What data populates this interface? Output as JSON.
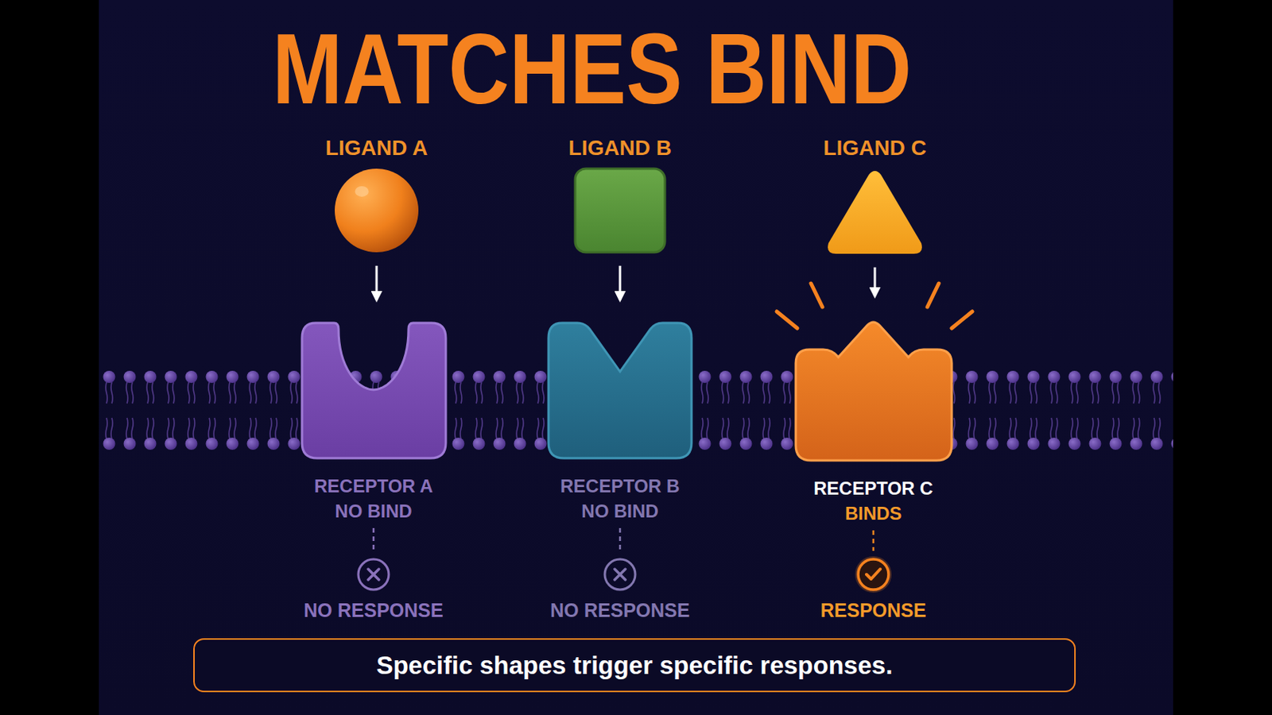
{
  "diagram": {
    "title": "MATCHES BIND",
    "caption": "Specific shapes trigger specific responses.",
    "nodes": [
      {
        "text": [
          "LIGAND A"
        ]
      },
      {
        "text": [
          "LIGAND B"
        ]
      },
      {
        "text": [
          "LIGAND C"
        ]
      },
      {
        "text": [
          "RECEPTOR A",
          "NO BIND"
        ]
      },
      {
        "text": [
          "RECEPTOR B",
          "NO BIND"
        ]
      },
      {
        "text": [
          "RECEPTOR C",
          "BINDS"
        ]
      },
      {
        "text": [
          "NO RESPONSE"
        ]
      },
      {
        "text": [
          "NO RESPONSE"
        ]
      },
      {
        "text": [
          "RESPONSE"
        ]
      }
    ],
    "edges": [
      {
        "from": 0,
        "to": 3,
        "arrow": "to"
      },
      {
        "from": 1,
        "to": 4,
        "arrow": "to"
      },
      {
        "from": 2,
        "to": 5,
        "arrow": "to"
      },
      {
        "from": 3,
        "to": 6,
        "arrow": "none"
      },
      {
        "from": 4,
        "to": 7,
        "arrow": "none"
      },
      {
        "from": 5,
        "to": 8,
        "arrow": "none"
      }
    ]
  }
}
